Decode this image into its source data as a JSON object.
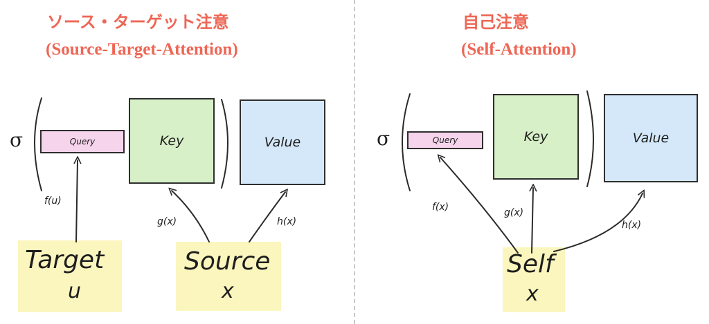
{
  "left": {
    "title_jp": "ソース・ターゲット注意",
    "title_en": "(Source-Target-Attention)",
    "sigma": "σ",
    "query": "Query",
    "key": "Key",
    "value": "Value",
    "f": "f(u)",
    "g": "g(x)",
    "h": "h(x)",
    "target_word": "Target",
    "target_var": "u",
    "source_word": "Source",
    "source_var": "x"
  },
  "right": {
    "title_jp": "自己注意",
    "title_en": "(Self-Attention)",
    "sigma": "σ",
    "query": "Query",
    "key": "Key",
    "value": "Value",
    "f": "f(x)",
    "g": "g(x)",
    "h": "h(x)",
    "self_word": "Self",
    "self_var": "x"
  },
  "colors": {
    "title": "#ee6655",
    "query_fill": "#f6d4ec",
    "key_fill": "#d8f0c8",
    "value_fill": "#d4e8fa",
    "note_fill": "#fbf6be"
  }
}
